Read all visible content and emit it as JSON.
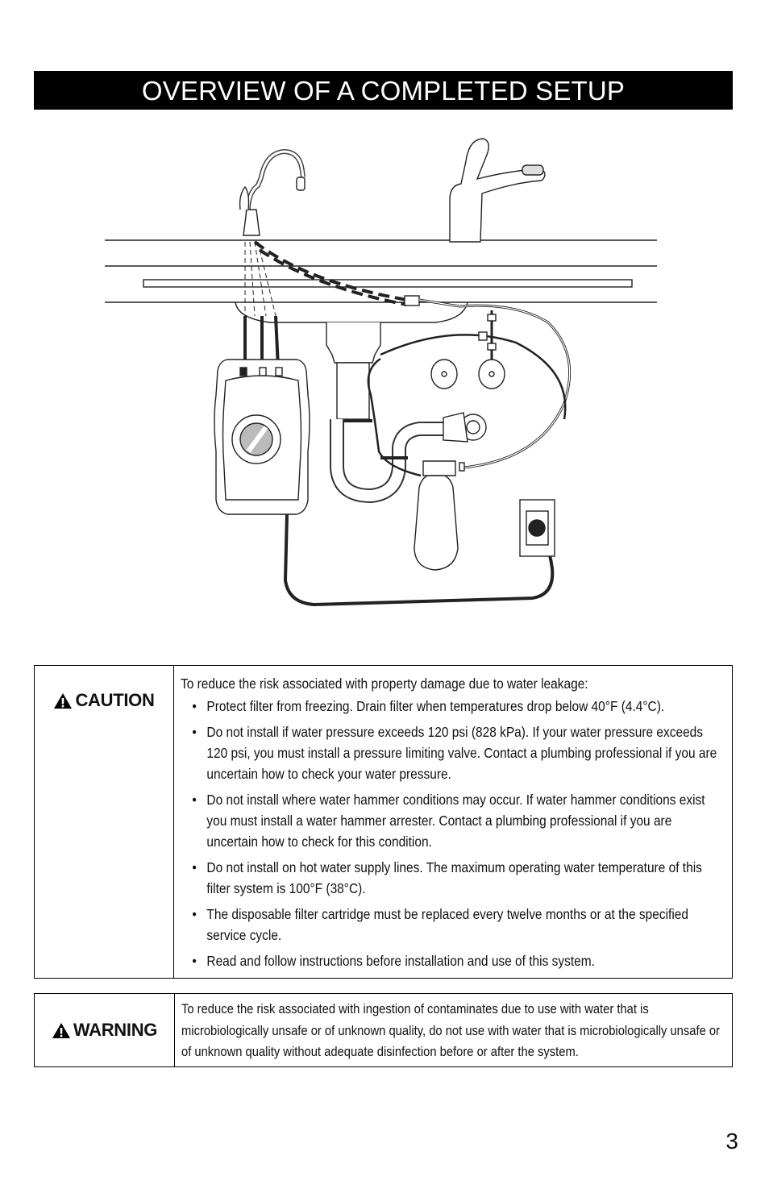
{
  "header": {
    "title": "OVERVIEW OF A COMPLETED SETUP"
  },
  "illustration": {
    "icons": [
      "hot-water-faucet-icon",
      "cold-water-faucet-icon",
      "countertop-icon",
      "sink-drain-icon",
      "shutoff-valve-icon",
      "p-trap-icon",
      "water-filter-icon",
      "hot-water-tank-icon",
      "electrical-outlet-icon",
      "power-cord-icon"
    ]
  },
  "caution": {
    "signal_word": "CAUTION",
    "intro": "To reduce the risk associated with property damage due to water leakage:",
    "items": [
      "Protect filter from freezing. Drain filter when temperatures drop below 40°F (4.4°C).",
      "Do not install if water pressure exceeds 120 psi (828 kPa). If your water pressure exceeds 120 psi, you must install a pressure limiting valve. Contact a plumbing professional if you are uncertain how to check your water pressure.",
      "Do not install where water hammer conditions may occur. If water hammer conditions exist you must install a water hammer arrester. Contact a plumbing professional if you are uncertain how to check for this condition.",
      "Do not install on hot water supply lines. The maximum operating water temperature of this filter system is 100°F (38°C).",
      "The disposable filter cartridge must be replaced every twelve months or at the specified service cycle.",
      "Read and follow instructions before installation and use of this system."
    ]
  },
  "warning": {
    "signal_word": "WARNING",
    "text": "To reduce the risk associated with ingestion of contaminates due to use with water that is microbiologically unsafe or of unknown quality, do not use with water that is microbiologically unsafe or of unknown quality without adequate disinfection before or after the system."
  },
  "footer": {
    "page_number": "3"
  }
}
